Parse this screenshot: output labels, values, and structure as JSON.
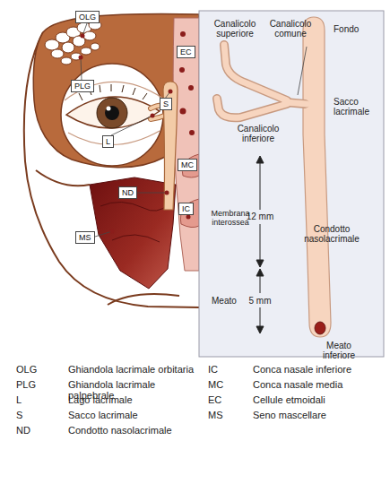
{
  "diagram": {
    "nodes": [
      {
        "text": [
          "OLG"
        ]
      },
      {
        "text": [
          "PLG"
        ]
      },
      {
        "text": [
          "EC"
        ]
      },
      {
        "text": [
          "S"
        ]
      },
      {
        "text": [
          "L"
        ]
      },
      {
        "text": [
          "MC"
        ]
      },
      {
        "text": [
          "ND"
        ]
      },
      {
        "text": [
          "IC"
        ]
      },
      {
        "text": [
          "MS"
        ]
      }
    ],
    "edges": [],
    "labels": [
      "Canalicolo superiore",
      "Canalicolo comune",
      "Fondo",
      "Sacco lacrimale",
      "Canalicolo inferiore",
      "Membrana interossea",
      "12 mm",
      "Condotto nasolacrimale",
      "Meato",
      "5 mm",
      "Meato inferiore",
      "OLG",
      "Ghiandola lacrimale orbitaria",
      "PLG",
      "Ghiandola lacrimale palpebrale",
      "L",
      "Lago lacrimale",
      "S",
      "Sacco lacrimale",
      "ND",
      "Condotto nasolacrimale",
      "IC",
      "Conca nasale inferiore",
      "MC",
      "Conca nasale media",
      "EC",
      "Cellule etmoidali",
      "MS",
      "Seno mascellare"
    ]
  }
}
